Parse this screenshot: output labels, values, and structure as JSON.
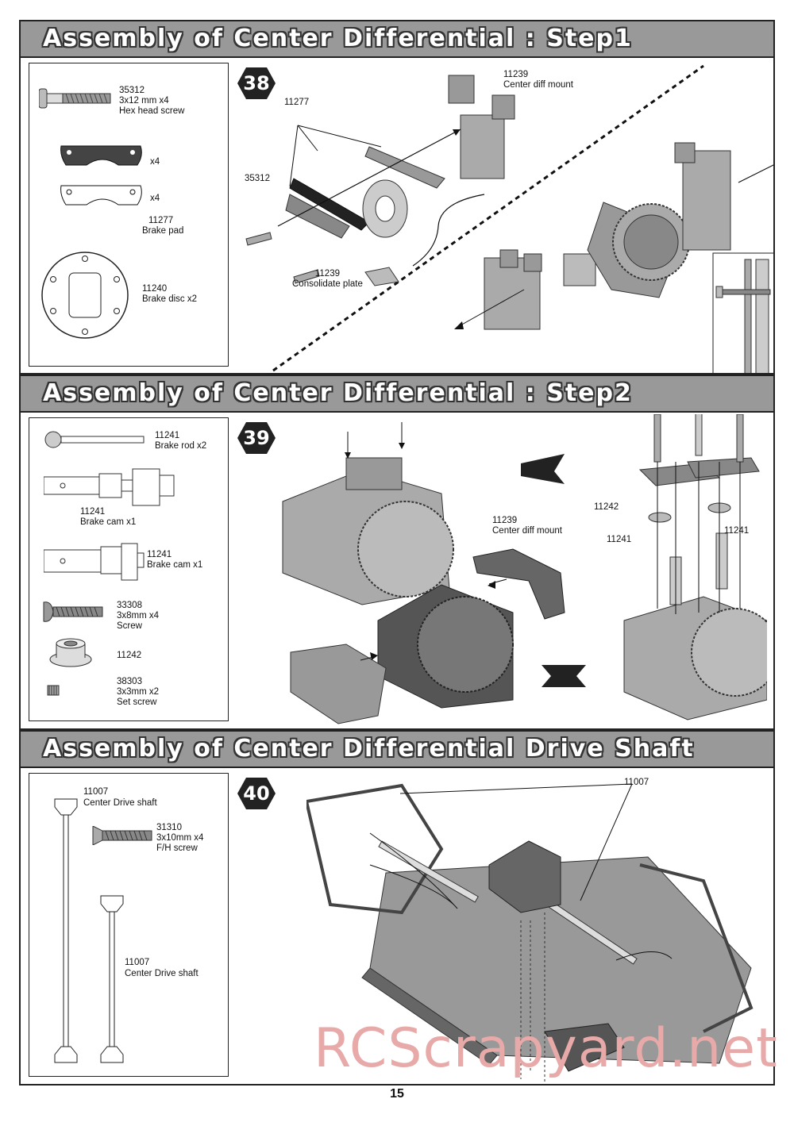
{
  "page_number": "15",
  "watermark": "RCScrapyard.net",
  "sections": [
    {
      "title": "Assembly of Center Differential : Step1",
      "step": "38",
      "parts": [
        {
          "code": "35312",
          "desc": "3x12 mm x4\nHex head screw"
        },
        {
          "qty": "x4"
        },
        {
          "qty": "x4"
        },
        {
          "code": "11277",
          "desc": "Brake pad"
        },
        {
          "code": "11240",
          "desc": "Brake disc x2"
        }
      ],
      "callouts": [
        {
          "text": "11239\nCenter diff mount"
        },
        {
          "text": "11277"
        },
        {
          "text": "35312"
        },
        {
          "text": "11239\nConsolidate plate"
        }
      ]
    },
    {
      "title": "Assembly of Center Differential : Step2",
      "step": "39",
      "parts": [
        {
          "code": "11241",
          "desc": "Brake rod x2"
        },
        {
          "code": "11241",
          "desc": "Brake cam x1"
        },
        {
          "code": "11241",
          "desc": "Brake cam x1"
        },
        {
          "code": "33308",
          "desc": "3x8mm x4\nScrew"
        },
        {
          "code": "11242",
          "desc": ""
        },
        {
          "code": "38303",
          "desc": "3x3mm x2\nSet screw"
        }
      ],
      "callouts": [
        {
          "text": "11239\nCenter diff mount"
        },
        {
          "text": "11242"
        },
        {
          "text": "11241"
        },
        {
          "text": "11241"
        }
      ]
    },
    {
      "title": "Assembly of Center Differential Drive Shaft",
      "step": "40",
      "parts": [
        {
          "code": "11007",
          "desc": "Center Drive shaft"
        },
        {
          "code": "31310",
          "desc": "3x10mm x4\nF/H screw"
        },
        {
          "code": "11007",
          "desc": "Center Drive shaft"
        }
      ],
      "callouts": [
        {
          "text": "11007"
        }
      ]
    }
  ]
}
